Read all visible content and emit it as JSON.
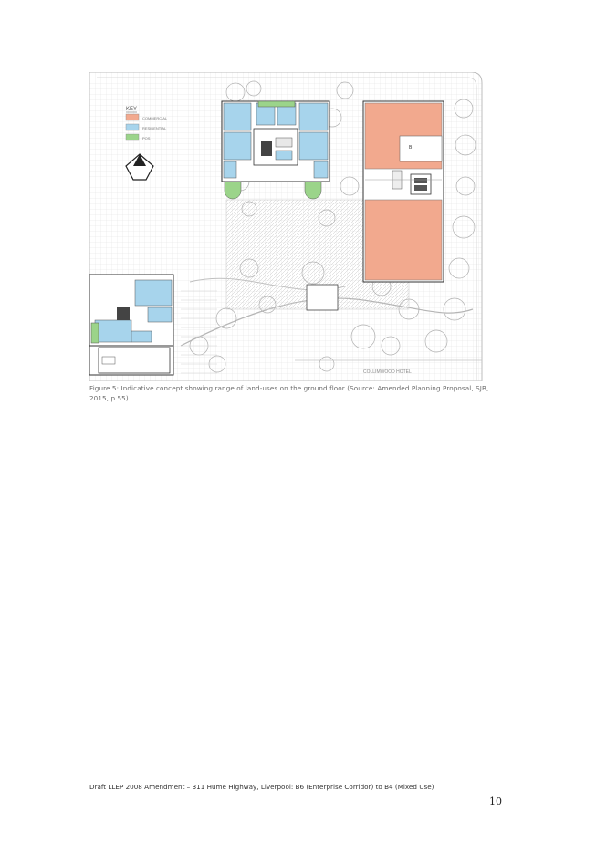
{
  "figure": {
    "legend": {
      "title": "KEY",
      "items": [
        {
          "label": "COMMERCIAL",
          "color": "#f2a98e"
        },
        {
          "label": "RESIDENTIAL",
          "color": "#a7d4ec"
        },
        {
          "label": "POS",
          "color": "#9bd48a"
        }
      ]
    },
    "street_label": "COLLIMWOOD HOTEL",
    "unit_label": "B",
    "colors": {
      "commercial": "#f2a98e",
      "residential": "#a7d4ec",
      "pos": "#9bd48a",
      "linework": "#9a9a9a"
    }
  },
  "caption": "Figure 5: Indicative concept showing range of land-uses on the ground floor (Source: Amended Planning Proposal, SJB, 2015, p.55)",
  "footer": "Draft LLEP 2008 Amendment – 311 Hume Highway, Liverpool: B6 (Enterprise Corridor) to B4 (Mixed Use)",
  "page_number": "10"
}
